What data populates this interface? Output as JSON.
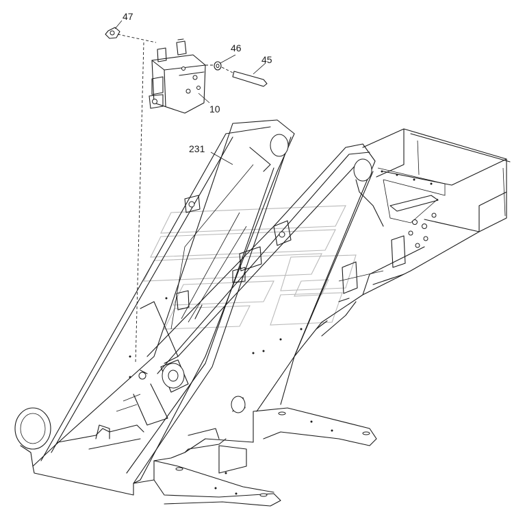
{
  "callouts": [
    {
      "id": "47",
      "label": "47"
    },
    {
      "id": "46",
      "label": "46"
    },
    {
      "id": "45",
      "label": "45"
    },
    {
      "id": "10",
      "label": "10"
    },
    {
      "id": "231",
      "label": "231"
    }
  ],
  "watermark": "faint-outlined-logo"
}
